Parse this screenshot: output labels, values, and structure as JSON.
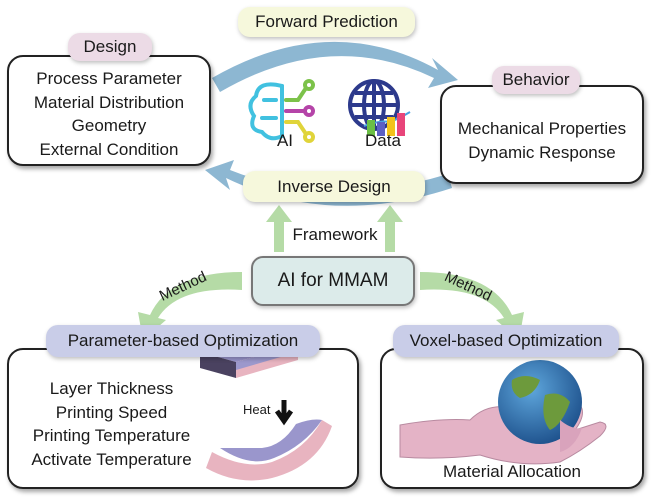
{
  "top": {
    "forward_label": "Forward Prediction",
    "inverse_label": "Inverse Design",
    "design": {
      "title": "Design",
      "items": [
        "Process Parameter",
        "Material Distribution",
        "Geometry",
        "External Condition"
      ]
    },
    "behavior": {
      "title": "Behavior",
      "items": [
        "Mechanical Properties",
        "Dynamic Response"
      ]
    },
    "ai_label": "AI",
    "data_label": "Data"
  },
  "center": {
    "framework_label": "Framework",
    "hub_label": "AI for MMAM",
    "method_left": "Method",
    "method_right": "Method"
  },
  "parameter": {
    "title": "Parameter-based Optimization",
    "items": [
      "Layer Thickness",
      "Printing Speed",
      "Printing Temperature",
      "Activate Temperature"
    ],
    "heat_label": "Heat"
  },
  "voxel": {
    "title": "Voxel-based Optimization",
    "caption": "Material Allocation"
  },
  "colors": {
    "arc_blue": "#8db7d2",
    "arrow_green": "#b5dba6",
    "pill_yellow": "#f6f8dc",
    "pill_pink": "#ecdbe6",
    "pill_lavender": "#c9cde8",
    "hub": "#dcebea"
  }
}
